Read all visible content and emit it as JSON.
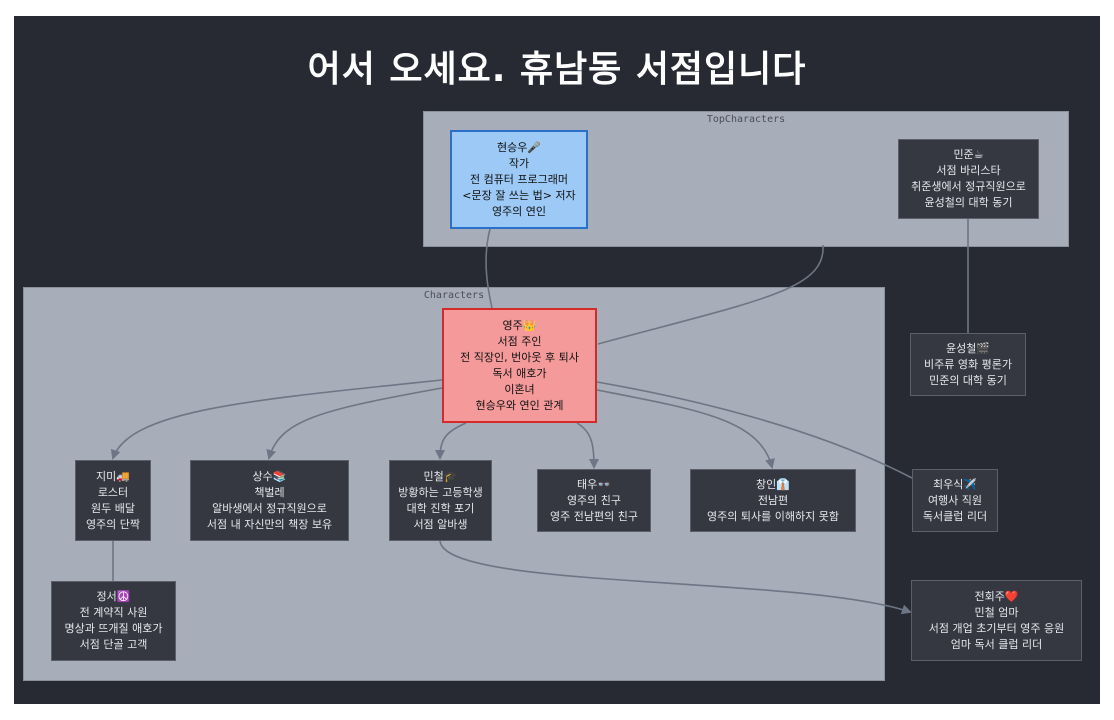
{
  "title": "어서 오세요. 휴남동 서점입니다",
  "groups": {
    "top": "TopCharacters",
    "main": "Characters"
  },
  "nodes": {
    "hyunseungwoo": [
      "현승우🎤",
      "작가",
      "전 컴퓨터 프로그래머",
      "<문장 잘 쓰는 법> 저자",
      "영주의 연인"
    ],
    "minjun": [
      "민준☕",
      "서점 바리스타",
      "취준생에서 정규직원으로",
      "윤성철의 대학 동기"
    ],
    "yeongju": [
      "영주👑",
      "서점 주인",
      "전 직장인, 번아웃 후 퇴사",
      "독서 애호가",
      "이혼녀",
      "현승우와 연인 관계"
    ],
    "yunseongcheol": [
      "윤성철🎬",
      "비주류 영화 평론가",
      "민준의 대학 동기"
    ],
    "jimi": [
      "지미🚚",
      "로스터",
      "원두 배달",
      "영주의 단짝"
    ],
    "sangsu": [
      "상수📚",
      "책벌레",
      "알바생에서 정규직원으로",
      "서점 내 자신만의 책장 보유"
    ],
    "mincheol": [
      "민철🎓",
      "방황하는 고등학생",
      "대학 진학 포기",
      "서점 알바생"
    ],
    "taeu": [
      "태우👓",
      "영주의 친구",
      "영주 전남편의 친구"
    ],
    "changin": [
      "창인👔",
      "전남편",
      "영주의 퇴사를 이해하지 못함"
    ],
    "choeusik": [
      "최우식✈️",
      "여행사 직원",
      "독서클럽 리더"
    ],
    "jeongseo": [
      "정서☮️",
      "전 계약직 사원",
      "명상과 뜨개질 애호가",
      "서점 단골 고객"
    ],
    "jeonhoeju": [
      "전회주❤️",
      "민철 엄마",
      "서점 개업 초기부터 영주 응원",
      "엄마 독서 클럽 리더"
    ]
  },
  "colors": {
    "canvas": "#272a33",
    "group": "#a7adb9",
    "node": "#353841",
    "highlight_blue": "#9cc9f5",
    "highlight_red": "#f49a9a",
    "edge": "#6e7585"
  }
}
